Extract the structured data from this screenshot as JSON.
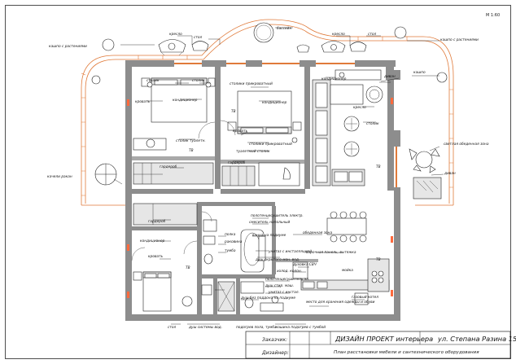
{
  "scale": "М 1:60",
  "labels": {
    "armchair_top": "кресло",
    "table_top": "стол",
    "flower_pot_top": "кашпо с растениями",
    "pool": "бассейн",
    "armchair_top_r": "кресло",
    "table_top_r": "стол",
    "flower_pot_right": "кашпо с растениями",
    "bed1": "кровать",
    "nightstand1": "столик",
    "nightstand1b": "столик",
    "ac1": "кондиционер",
    "nightstands_add": "столики прикроватный",
    "ac2": "кондиционер",
    "ac3": "кондиционер",
    "sofa_top": "диван",
    "flower_pot_r2": "кашпо",
    "armchair_mid": "кресло",
    "table_mid": "столик",
    "tv1": "ТВ",
    "tv2": "ТВ",
    "bed2": "кровать",
    "dressing_table": "столик туалетн.",
    "nightstand2": "столики прикроватный",
    "vanity_table": "туалетный столик",
    "tv3": "ТВ",
    "wardrobe1": "гардероб",
    "wardrobe2": "гардероб",
    "swing": "качели ракан",
    "sofa_arch": "светлая обеденная зона",
    "tv4": "ТВ",
    "sofa_right": "диван",
    "wardrobe3": "гардероб",
    "towel_rail": "полотенцесушитель электр.",
    "mixer": "смеситель напольный",
    "bathtub": "ванна на подиуме",
    "shelf": "полка",
    "sink": "раковина",
    "unit": "тумба",
    "dining_zone": "обеденная зона",
    "ac4": "кондиционер",
    "bed3": "кровать",
    "tv5": "ТВ",
    "toilet_install": "унитаз с инсталляцией",
    "shower_drain": "душ скрытого мон. вод.",
    "cooktop": "варочная панель, вытяжка",
    "oven": "духовка СВЧ",
    "fridge": "холод. колон.",
    "towel_rail2": "полотенцесушитель эл.",
    "sink2": "мойка",
    "washer": "душ стир. маш.",
    "tray": "душ без поддона на подиуме",
    "toilet2": "унитаз с инстал.",
    "storage": "место для хранения одежды и обуви",
    "gas_boiler": "газовый котел",
    "hall_table": "стол",
    "dresser": "душ системы вод.",
    "corridor": "подогрев пола, тумба",
    "wash": "машина подогрев с тумбой"
  },
  "titleblock": {
    "client_label": "Заказчик:",
    "project_title": "ДИЗАЙН ПРОЕКТ интерьера",
    "address": "ул. Степана Разина 154",
    "designer_label": "Дизайнер:",
    "sheet_title": "План расстановки мебели и сантехнического оборудования"
  }
}
